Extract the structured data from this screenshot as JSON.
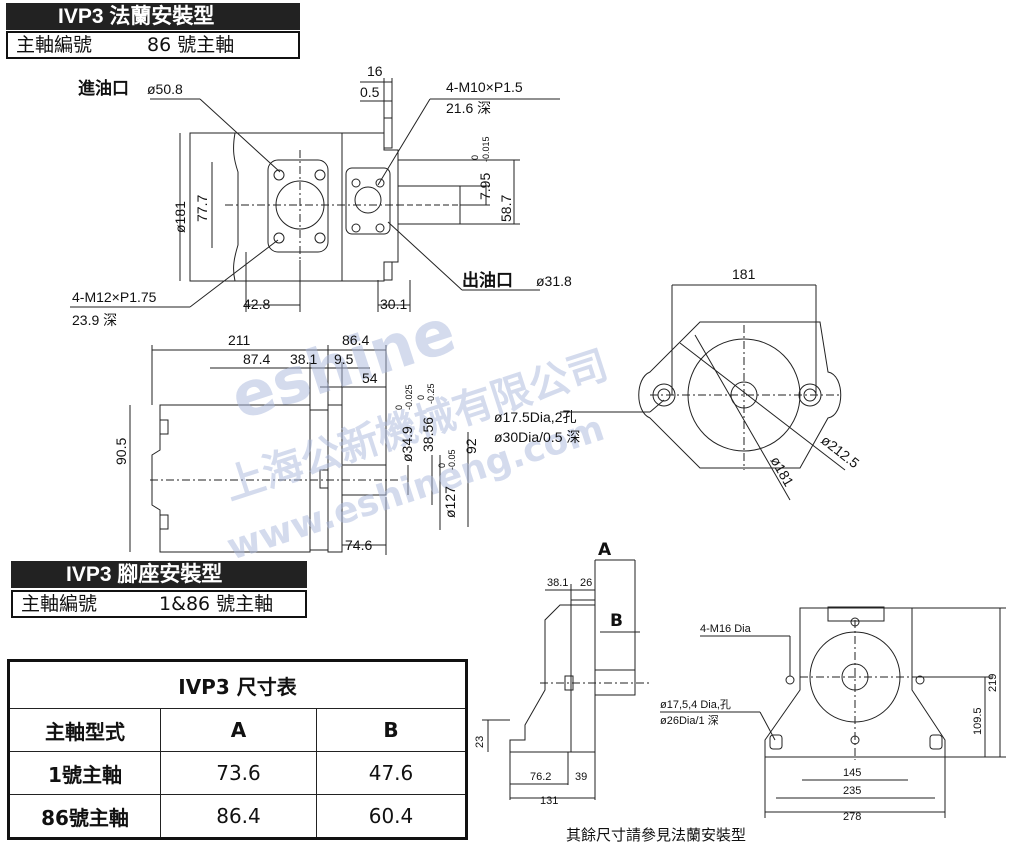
{
  "top_section": {
    "title": "IVP3 法蘭安裝型",
    "subtitle_label": "主軸編號",
    "subtitle_value": "86 號主軸"
  },
  "foot_section": {
    "title": "IVP3 腳座安裝型",
    "subtitle_label": "主軸編號",
    "subtitle_value": "1&86 號主軸"
  },
  "labels": {
    "inlet": "進油口",
    "inlet_dia": "ø50.8",
    "outlet": "出油口",
    "outlet_dia": "ø31.8",
    "m10": "4-M10×P1.5",
    "m10_depth": "21.6 深",
    "m12": "4-M12×P1.75",
    "m12_depth": "23.9 深",
    "hole1": "ø17.5Dia,2孔",
    "hole2": "ø30Dia/0.5 深",
    "m16": "4-M16 Dia",
    "foot_hole1": "ø17,5,4 Dia,孔",
    "foot_hole2": "ø26Dia/1 深",
    "dim_A": "A",
    "dim_B": "B",
    "tol_0": "0",
    "tol_015": "-0.015",
    "tol_025": "-0.025",
    "tol_025b": "-0.25",
    "tol_005": "-0.05"
  },
  "dims": {
    "d16": "16",
    "d0_5": "0.5",
    "d181_dia": "ø181",
    "d77_7": "77.7",
    "d7_95": "7.95",
    "d58_7": "58.7",
    "d42_8": "42.8",
    "d30_1": "30.1",
    "d211": "211",
    "d86_4": "86.4",
    "d87_4": "87.4",
    "d38_1": "38.1",
    "d9_5": "9.5",
    "d54": "54",
    "d90_5": "90.5",
    "d34_9": "ø34.9",
    "d38_56": "38.56",
    "d92": "92",
    "d127": "ø127",
    "d74_6": "74.6",
    "d181": "181",
    "d212_5": "ø212.5",
    "d181b": "ø181",
    "d38_1b": "38.1",
    "d26": "26",
    "d23": "23",
    "d76_2": "76.2",
    "d39": "39",
    "d131": "131",
    "d219": "219",
    "d109_5": "109.5",
    "d145": "145",
    "d235": "235",
    "d278": "278"
  },
  "table": {
    "title": "IVP3 尺寸表",
    "headers": [
      "主軸型式",
      "A",
      "B"
    ],
    "rows": [
      [
        "1號主軸",
        "73.6",
        "47.6"
      ],
      [
        "86號主軸",
        "86.4",
        "60.4"
      ]
    ]
  },
  "watermark": {
    "brand": "eshine",
    "company": "上海公新機械有限公司",
    "url": "www.eshineng.com"
  },
  "footnote": "其餘尺寸請參見法蘭安裝型"
}
